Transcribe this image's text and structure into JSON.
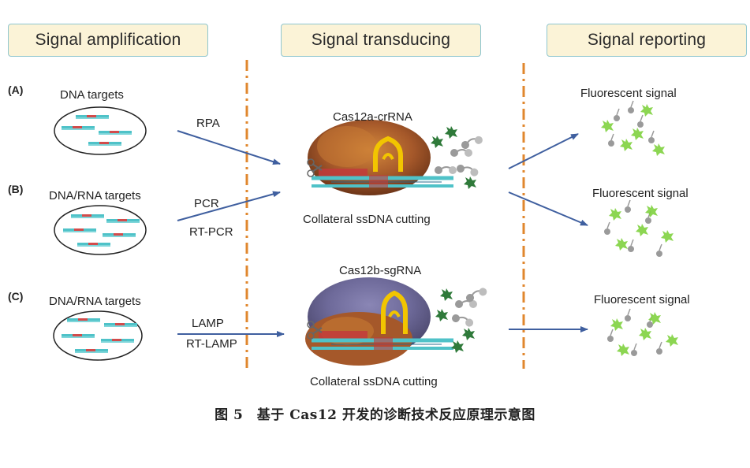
{
  "headers": {
    "amplification": "Signal amplification",
    "transducing": "Signal transducing",
    "reporting": "Signal reporting"
  },
  "rows": [
    {
      "label": "(A)",
      "targets": "DNA targets",
      "methods": [
        "RPA"
      ],
      "complex": "Cas12a-crRNA",
      "signal": "Fluorescent signal"
    },
    {
      "label": "(B)",
      "targets": "DNA/RNA targets",
      "methods": [
        "PCR",
        "RT-PCR"
      ],
      "signal": "Fluorescent signal"
    },
    {
      "label": "(C)",
      "targets": "DNA/RNA targets",
      "methods": [
        "LAMP",
        "RT-LAMP"
      ],
      "complex": "Cas12b-sgRNA",
      "signal": "Fluorescent signal"
    }
  ],
  "cutting_labels": [
    "Collateral ssDNA cutting",
    "Collateral ssDNA cutting"
  ],
  "caption": "图 5　基于 Cas12 开发的诊断技术反应原理示意图",
  "colors": {
    "header_bg": "#fbf3d7",
    "header_border": "#8fc6cf",
    "divider": "#e0872e",
    "arrow": "#3f5f9f",
    "dna": "#4fc2c8",
    "target_mark": "#d24b4b",
    "fluor": "#7fd23f",
    "crrna": "#f2c500"
  }
}
